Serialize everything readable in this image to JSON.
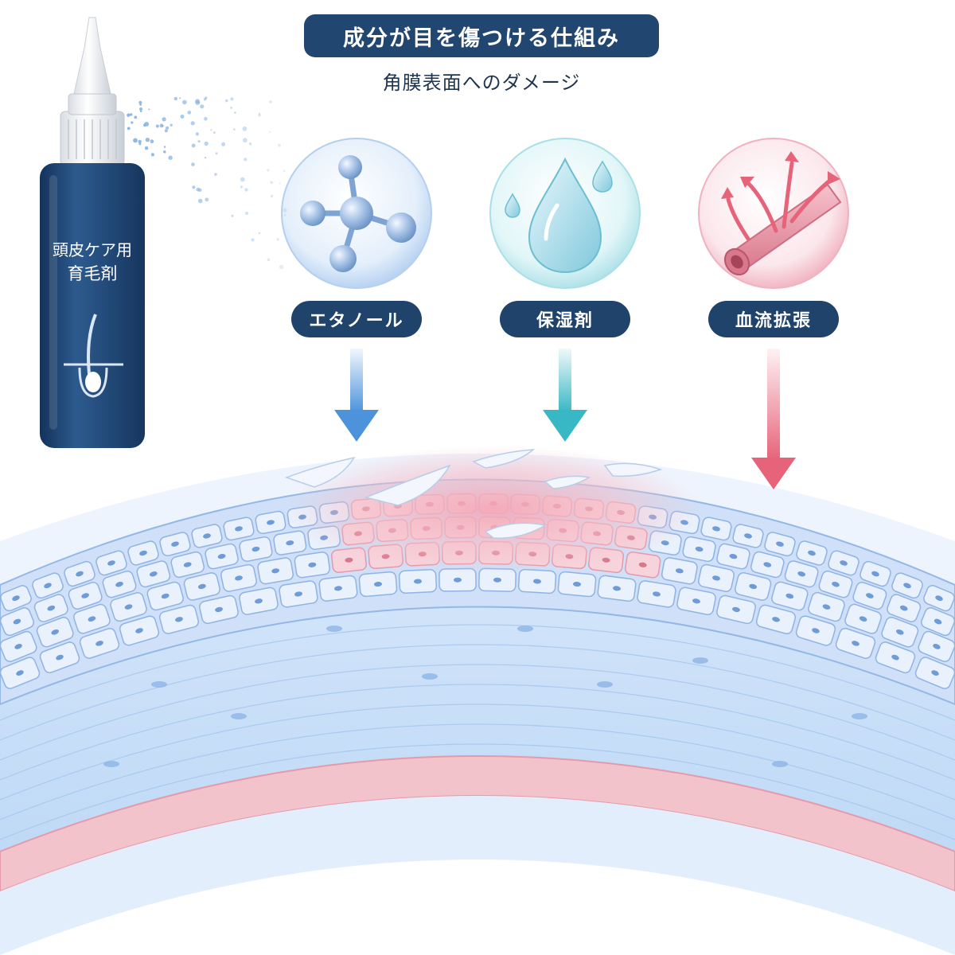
{
  "header": {
    "title": "成分が目を傷つける仕組み",
    "subtitle": "角膜表面へのダメージ"
  },
  "product": {
    "label_line1": "頭皮ケア用",
    "label_line2": "育毛剤"
  },
  "ingredients": [
    {
      "label": "エタノール",
      "icon": "molecule-icon",
      "accent": "#4d93db"
    },
    {
      "label": "保湿剤",
      "icon": "water-drop-icon",
      "accent": "#38b7c4"
    },
    {
      "label": "血流拡張",
      "icon": "blood-vessel-icon",
      "accent": "#e7637a"
    }
  ],
  "colors": {
    "navy": "#21466f",
    "cornea_blue": "#a8c8f0",
    "damage_pink": "#f2aab8"
  }
}
